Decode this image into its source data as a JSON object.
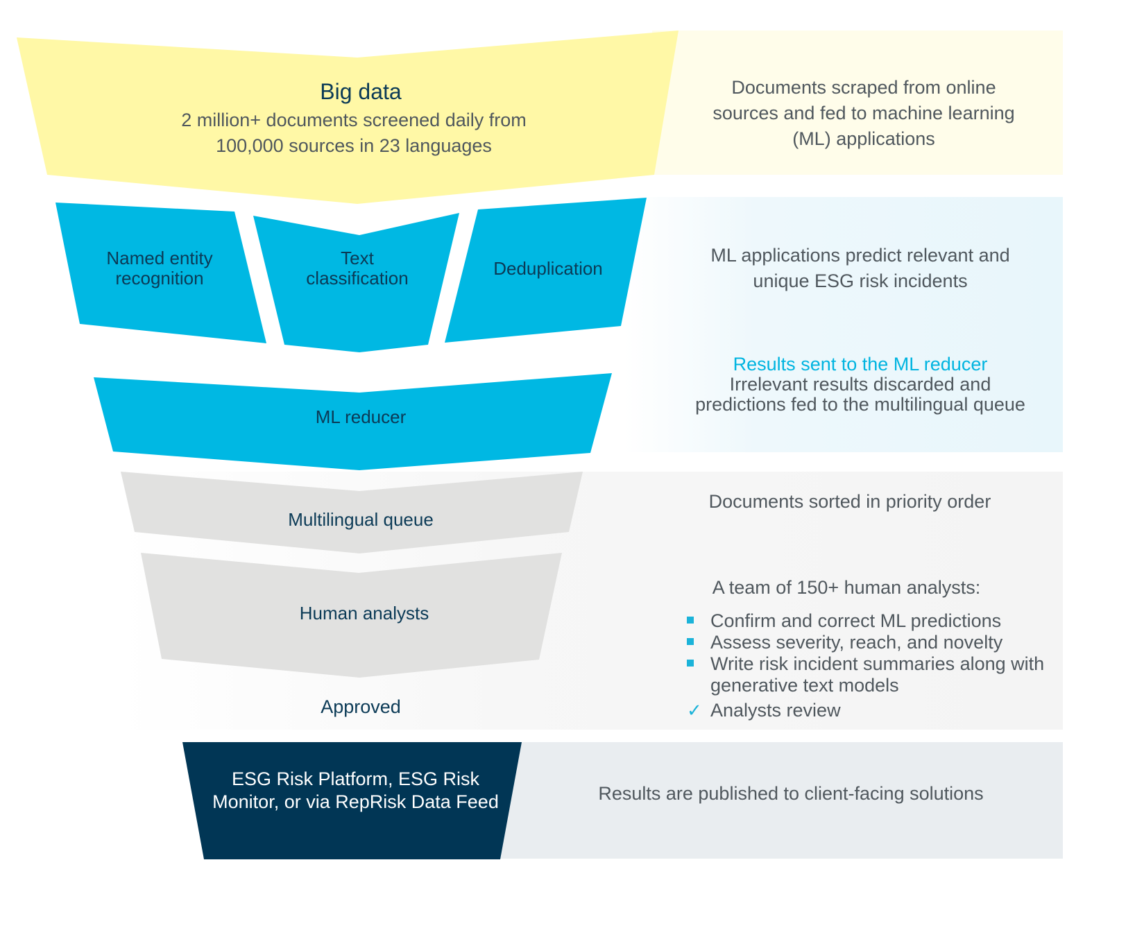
{
  "colors": {
    "yellow": "#fff8a6",
    "yellow_band": "#fffdea",
    "cyan": "#00b8e3",
    "cyan_band": "#e8f6fb",
    "grey": "#e1e1e0",
    "grey_band": "#f4f4f4",
    "navy": "#013655",
    "navy_band": "#e9edf0",
    "accent_text": "#00b4e0"
  },
  "stages": {
    "big_data": {
      "title": "Big data",
      "line1": "2 million+ documents screened daily from",
      "line2": "100,000 sources in 23 languages",
      "description": [
        "Documents scraped from online",
        "sources and fed to machine learning",
        "(ML) applications"
      ]
    },
    "ml_apps": {
      "boxes": [
        {
          "line1": "Named entity",
          "line2": "recognition"
        },
        {
          "line1": "Text",
          "line2": "classification"
        },
        {
          "line1": "Deduplication",
          "line2": ""
        }
      ],
      "description": [
        "ML applications predict relevant and",
        "unique ESG risk incidents"
      ]
    },
    "ml_reducer": {
      "title": "ML reducer",
      "highlight": "Results sent to the ML reducer",
      "description": [
        "Irrelevant results discarded  and",
        "predictions  fed to the  multilingual queue"
      ]
    },
    "queue": {
      "title": "Multilingual queue",
      "description": "Documents sorted in priority order"
    },
    "analysts": {
      "title": "Human analysts",
      "approved": "Approved",
      "intro": "A team of 150+ human analysts:",
      "bullets": [
        {
          "icon": "square-bullet-icon",
          "text": "Confirm and correct ML predictions"
        },
        {
          "icon": "square-bullet-icon",
          "text": "Assess severity, reach, and novelty"
        },
        {
          "icon": "square-bullet-icon",
          "text": "Write risk incident summaries along with generative text models"
        }
      ],
      "check_item": {
        "icon": "checkmark-icon",
        "glyph": "✓",
        "text": "Analysts review"
      }
    },
    "output": {
      "line1": "ESG Risk Platform, ESG Risk",
      "line2": "Monitor, or via RepRisk Data Feed",
      "description": "Results are published to client-facing solutions"
    }
  }
}
